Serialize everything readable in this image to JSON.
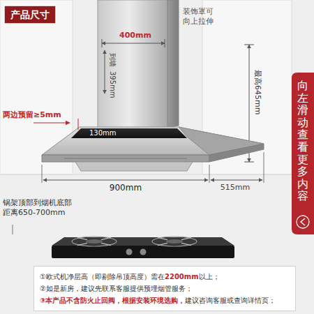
{
  "diagram": {
    "title": "产品尺寸",
    "nodes": [
      {
        "text": [
          "向左滑动查看更多内容"
        ]
      },
      {
        "text": [
          "①欧式机净层高（即剔除吊顶高度）需在",
          "2200mm",
          "以上；",
          "②如是新房，建议先联系客服提供预埋烟管服务；",
          "③本产品不含防火止回阀，根据安装环境选购，",
          "建议咨询客服或查询详情页；"
        ]
      }
    ],
    "labels": [
      "400mm",
      "装饰罩可向上拉伸",
      "到墙",
      "395mm",
      "最高645mm",
      "两边预留≥5mm",
      "130mm",
      "900mm",
      "515mm",
      "锅架顶部到烟机底部距离650-700mm"
    ]
  }
}
